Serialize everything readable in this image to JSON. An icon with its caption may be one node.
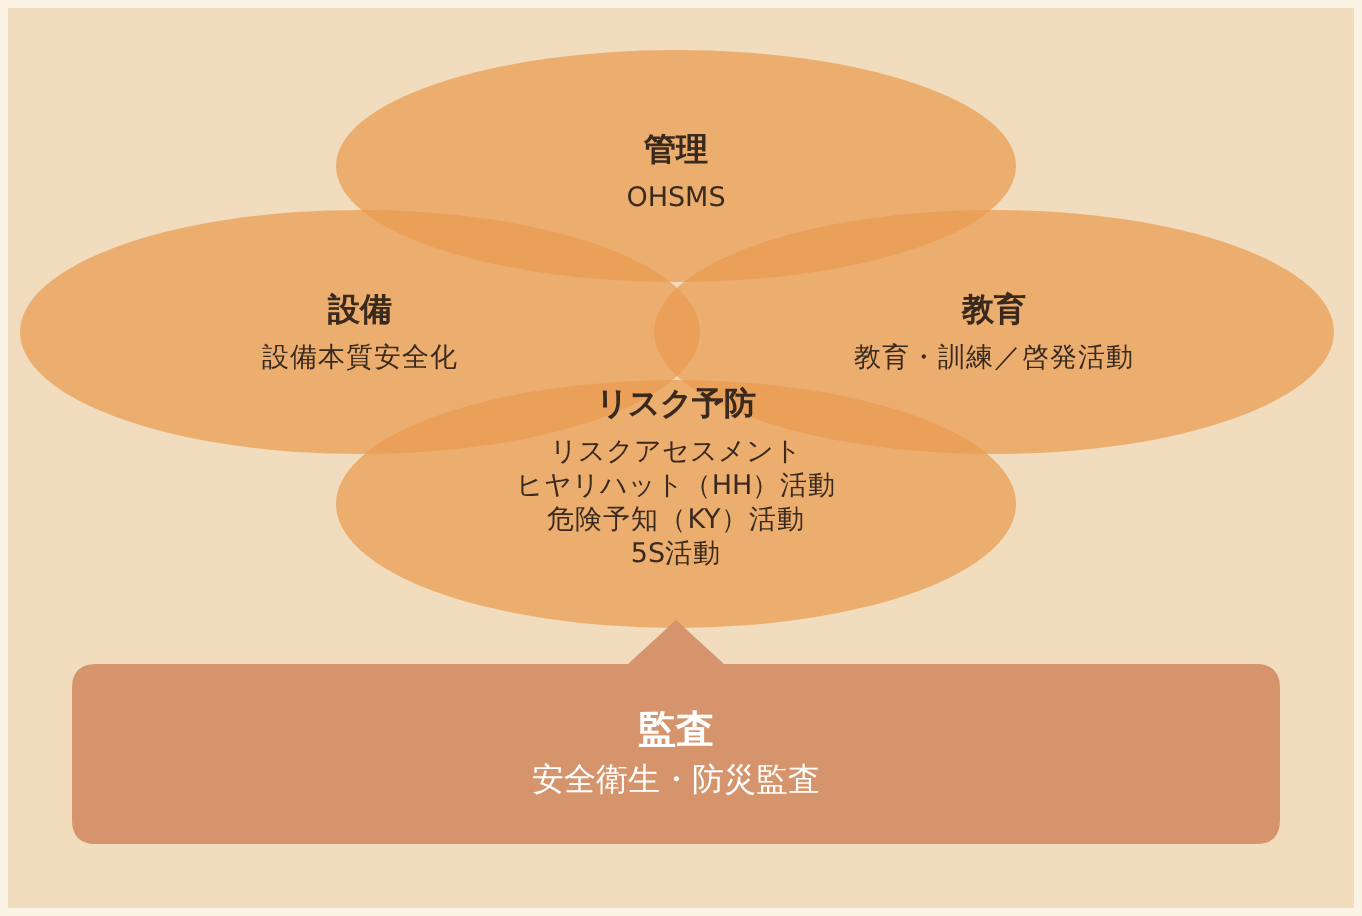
{
  "diagram": {
    "nodes": [
      {
        "text": [
          "管理",
          "OHSMS"
        ]
      },
      {
        "text": [
          "設備",
          "設備本質安全化"
        ]
      },
      {
        "text": [
          "教育",
          "教育・訓練／啓発活動"
        ]
      },
      {
        "text": [
          "リスク予防",
          "リスクアセスメント",
          "ヒヤリハット（HH）活動",
          "危険予知（KY）活動",
          "5S活動"
        ]
      },
      {
        "text": [
          "監査",
          "安全衛生・防災監査"
        ]
      }
    ]
  }
}
